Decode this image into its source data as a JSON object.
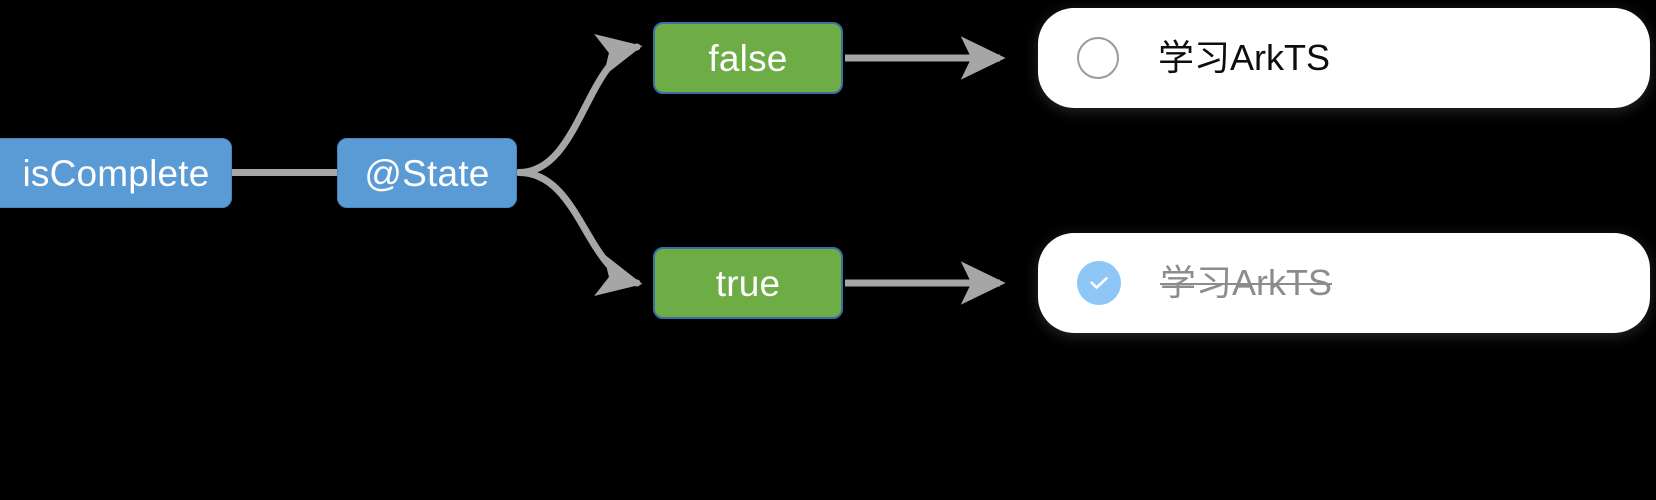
{
  "diagram": {
    "type": "state-flow",
    "background_color": "#000000",
    "nodes": [
      {
        "id": "isComplete",
        "label": "isComplete",
        "kind": "variable",
        "color": "#5B9BD5",
        "text_color": "#FFFFFF"
      },
      {
        "id": "state",
        "label": "@State",
        "kind": "decorator",
        "color": "#5B9BD5",
        "text_color": "#FFFFFF"
      },
      {
        "id": "false",
        "label": "false",
        "kind": "value",
        "color": "#6EAC46",
        "border_color": "#3B6EA8",
        "text_color": "#FFFFFF"
      },
      {
        "id": "true",
        "label": "true",
        "kind": "value",
        "color": "#6EAC46",
        "border_color": "#3B6EA8",
        "text_color": "#FFFFFF"
      }
    ],
    "edges": [
      {
        "from": "isComplete",
        "to": "state",
        "style": "line",
        "arrow": false,
        "color": "#A6A6A6"
      },
      {
        "from": "state",
        "to": "false",
        "style": "curve",
        "arrow": true,
        "color": "#A6A6A6"
      },
      {
        "from": "state",
        "to": "true",
        "style": "curve",
        "arrow": true,
        "color": "#A6A6A6"
      },
      {
        "from": "false",
        "to": "card-unchecked",
        "style": "line",
        "arrow": true,
        "color": "#A6A6A6"
      },
      {
        "from": "true",
        "to": "card-checked",
        "style": "line",
        "arrow": true,
        "color": "#A6A6A6"
      }
    ]
  },
  "cards": {
    "unchecked": {
      "label": "学习ArkTS",
      "checkbox_state": "unchecked",
      "checkbox_icon": "circle-outline-icon",
      "text_color": "#0D0D0D",
      "strikethrough": false,
      "background": "#FFFFFF"
    },
    "checked": {
      "label": "学习ArkTS",
      "checkbox_state": "checked",
      "checkbox_icon": "check-circle-icon",
      "text_color": "#8C8C8C",
      "strikethrough": true,
      "background": "#FFFFFF",
      "accent_color": "#8DC6F7"
    }
  }
}
